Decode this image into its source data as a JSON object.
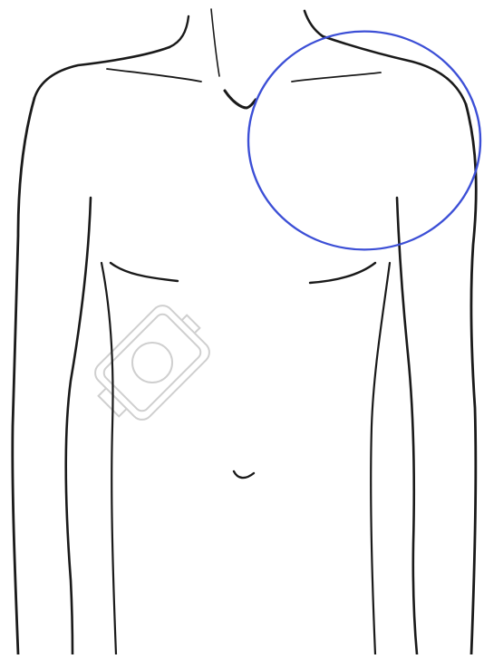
{
  "figure": {
    "subject": "front-torso-outline",
    "line_color": "#1a1a1a",
    "background": "#ffffff"
  },
  "highlight": {
    "shape": "circle",
    "region": "left-shoulder-upper-chest",
    "color": "#3c4fd6"
  },
  "watermark": {
    "icon": "stamp-logo-icon",
    "color": "#cfcfcf"
  }
}
